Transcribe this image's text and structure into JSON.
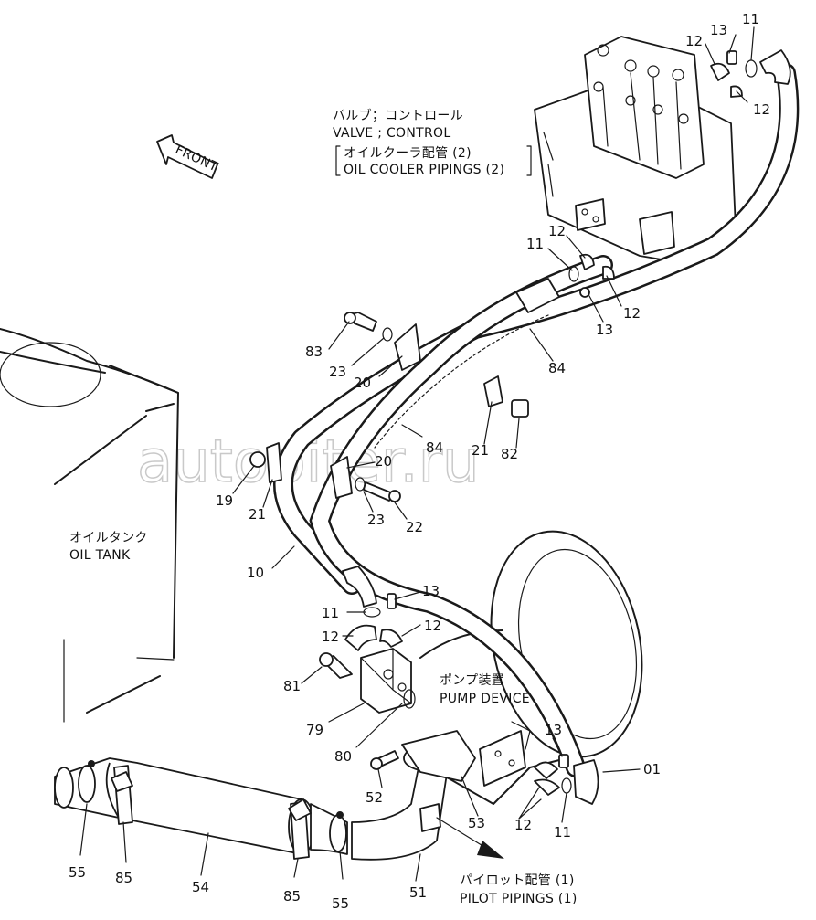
{
  "watermark": "autopiter.ru",
  "front_label": "FRONT",
  "labels": {
    "valve_control_jp": "バルブ；コントロール",
    "valve_control_en": "VALVE ; CONTROL",
    "oil_cooler_jp": "オイルクーラ配管 (2)",
    "oil_cooler_en": "OIL COOLER PIPINGS (2)",
    "oil_tank_jp": "オイルタンク",
    "oil_tank_en": "OIL TANK",
    "pump_device_jp": "ポンプ装置",
    "pump_device_en": "PUMP DEVICE",
    "pilot_jp": "パイロット配管 (1)",
    "pilot_en": "PILOT PIPINGS (1)"
  },
  "part_numbers": {
    "p13_top": "13",
    "p11_top": "11",
    "p12_top_left": "12",
    "p12_top_right": "12",
    "p12_mid": "12",
    "p11_mid": "11",
    "p13_mid": "13",
    "p12_mid_right": "12",
    "p83": "83",
    "p23_upper": "23",
    "p20_upper": "20",
    "p84_upper": "84",
    "p21_right": "21",
    "p82": "82",
    "p84_lower": "84",
    "p20_lower": "20",
    "p19": "19",
    "p21_left": "21",
    "p23_lower": "23",
    "p22": "22",
    "p10": "10",
    "p13_lower": "13",
    "p11_lower": "11",
    "p12_lower_left": "12",
    "p12_lower_right": "12",
    "p81": "81",
    "p79": "79",
    "p80": "80",
    "p13_pump": "13",
    "p01": "01",
    "p52": "52",
    "p53": "53",
    "p12_pump": "12",
    "p11_pump": "11",
    "p55_left": "55",
    "p85_left": "85",
    "p54": "54",
    "p85_right": "85",
    "p55_right": "55",
    "p51": "51"
  }
}
